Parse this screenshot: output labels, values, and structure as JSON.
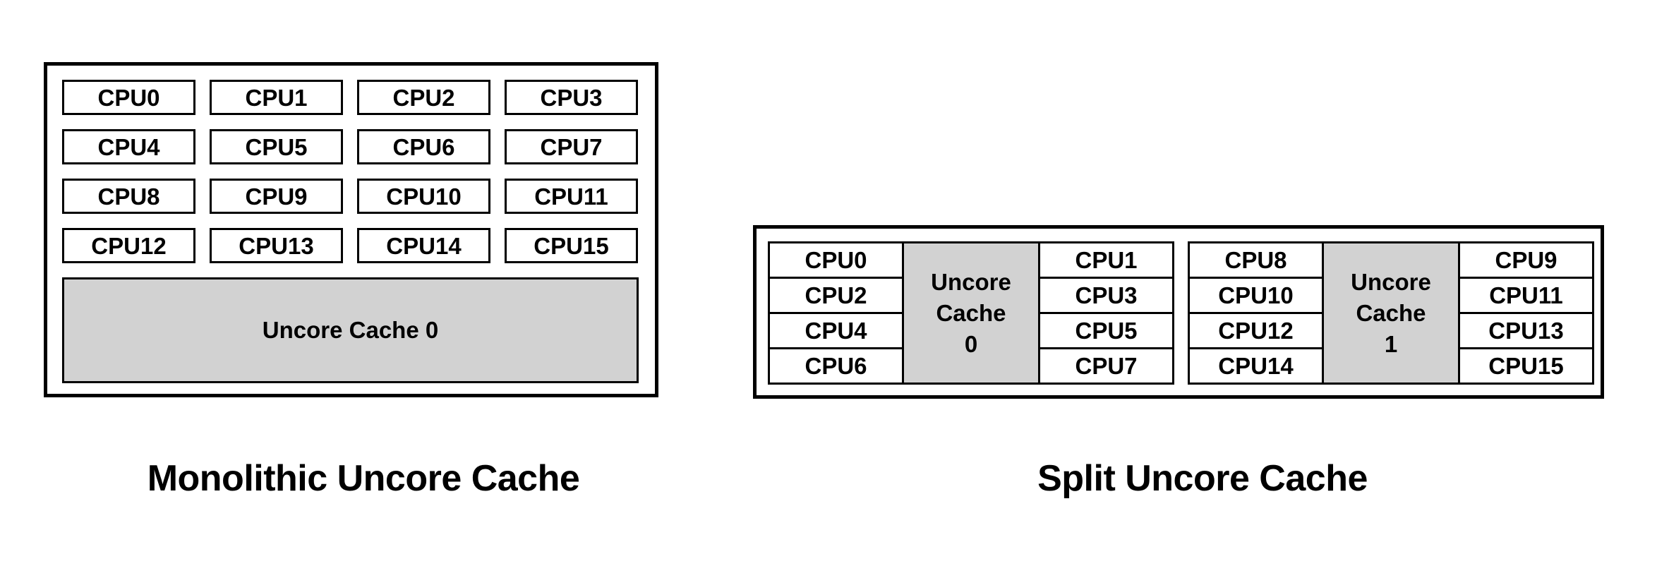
{
  "colors": {
    "background": "#ffffff",
    "border": "#000000",
    "cache_fill": "#d2d2d2",
    "text": "#000000"
  },
  "monolithic": {
    "caption": "Monolithic Uncore Cache",
    "cpus": [
      "CPU0",
      "CPU1",
      "CPU2",
      "CPU3",
      "CPU4",
      "CPU5",
      "CPU6",
      "CPU7",
      "CPU8",
      "CPU9",
      "CPU10",
      "CPU11",
      "CPU12",
      "CPU13",
      "CPU14",
      "CPU15"
    ],
    "cache_label": "Uncore Cache 0"
  },
  "split": {
    "caption": "Split Uncore Cache",
    "groups": [
      {
        "left_cpus": [
          "CPU0",
          "CPU2",
          "CPU4",
          "CPU6"
        ],
        "cache_lines": [
          "Uncore",
          "Cache",
          "0"
        ],
        "right_cpus": [
          "CPU1",
          "CPU3",
          "CPU5",
          "CPU7"
        ]
      },
      {
        "left_cpus": [
          "CPU8",
          "CPU10",
          "CPU12",
          "CPU14"
        ],
        "cache_lines": [
          "Uncore",
          "Cache",
          "1"
        ],
        "right_cpus": [
          "CPU9",
          "CPU11",
          "CPU13",
          "CPU15"
        ]
      }
    ]
  }
}
